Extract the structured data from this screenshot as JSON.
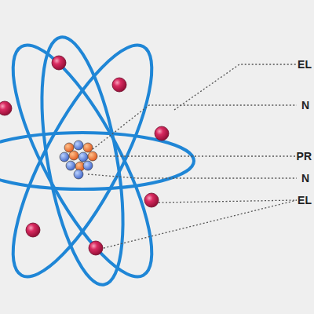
{
  "diagram": {
    "labels": [
      "EL",
      "N",
      "PR",
      "N",
      "EL"
    ]
  }
}
